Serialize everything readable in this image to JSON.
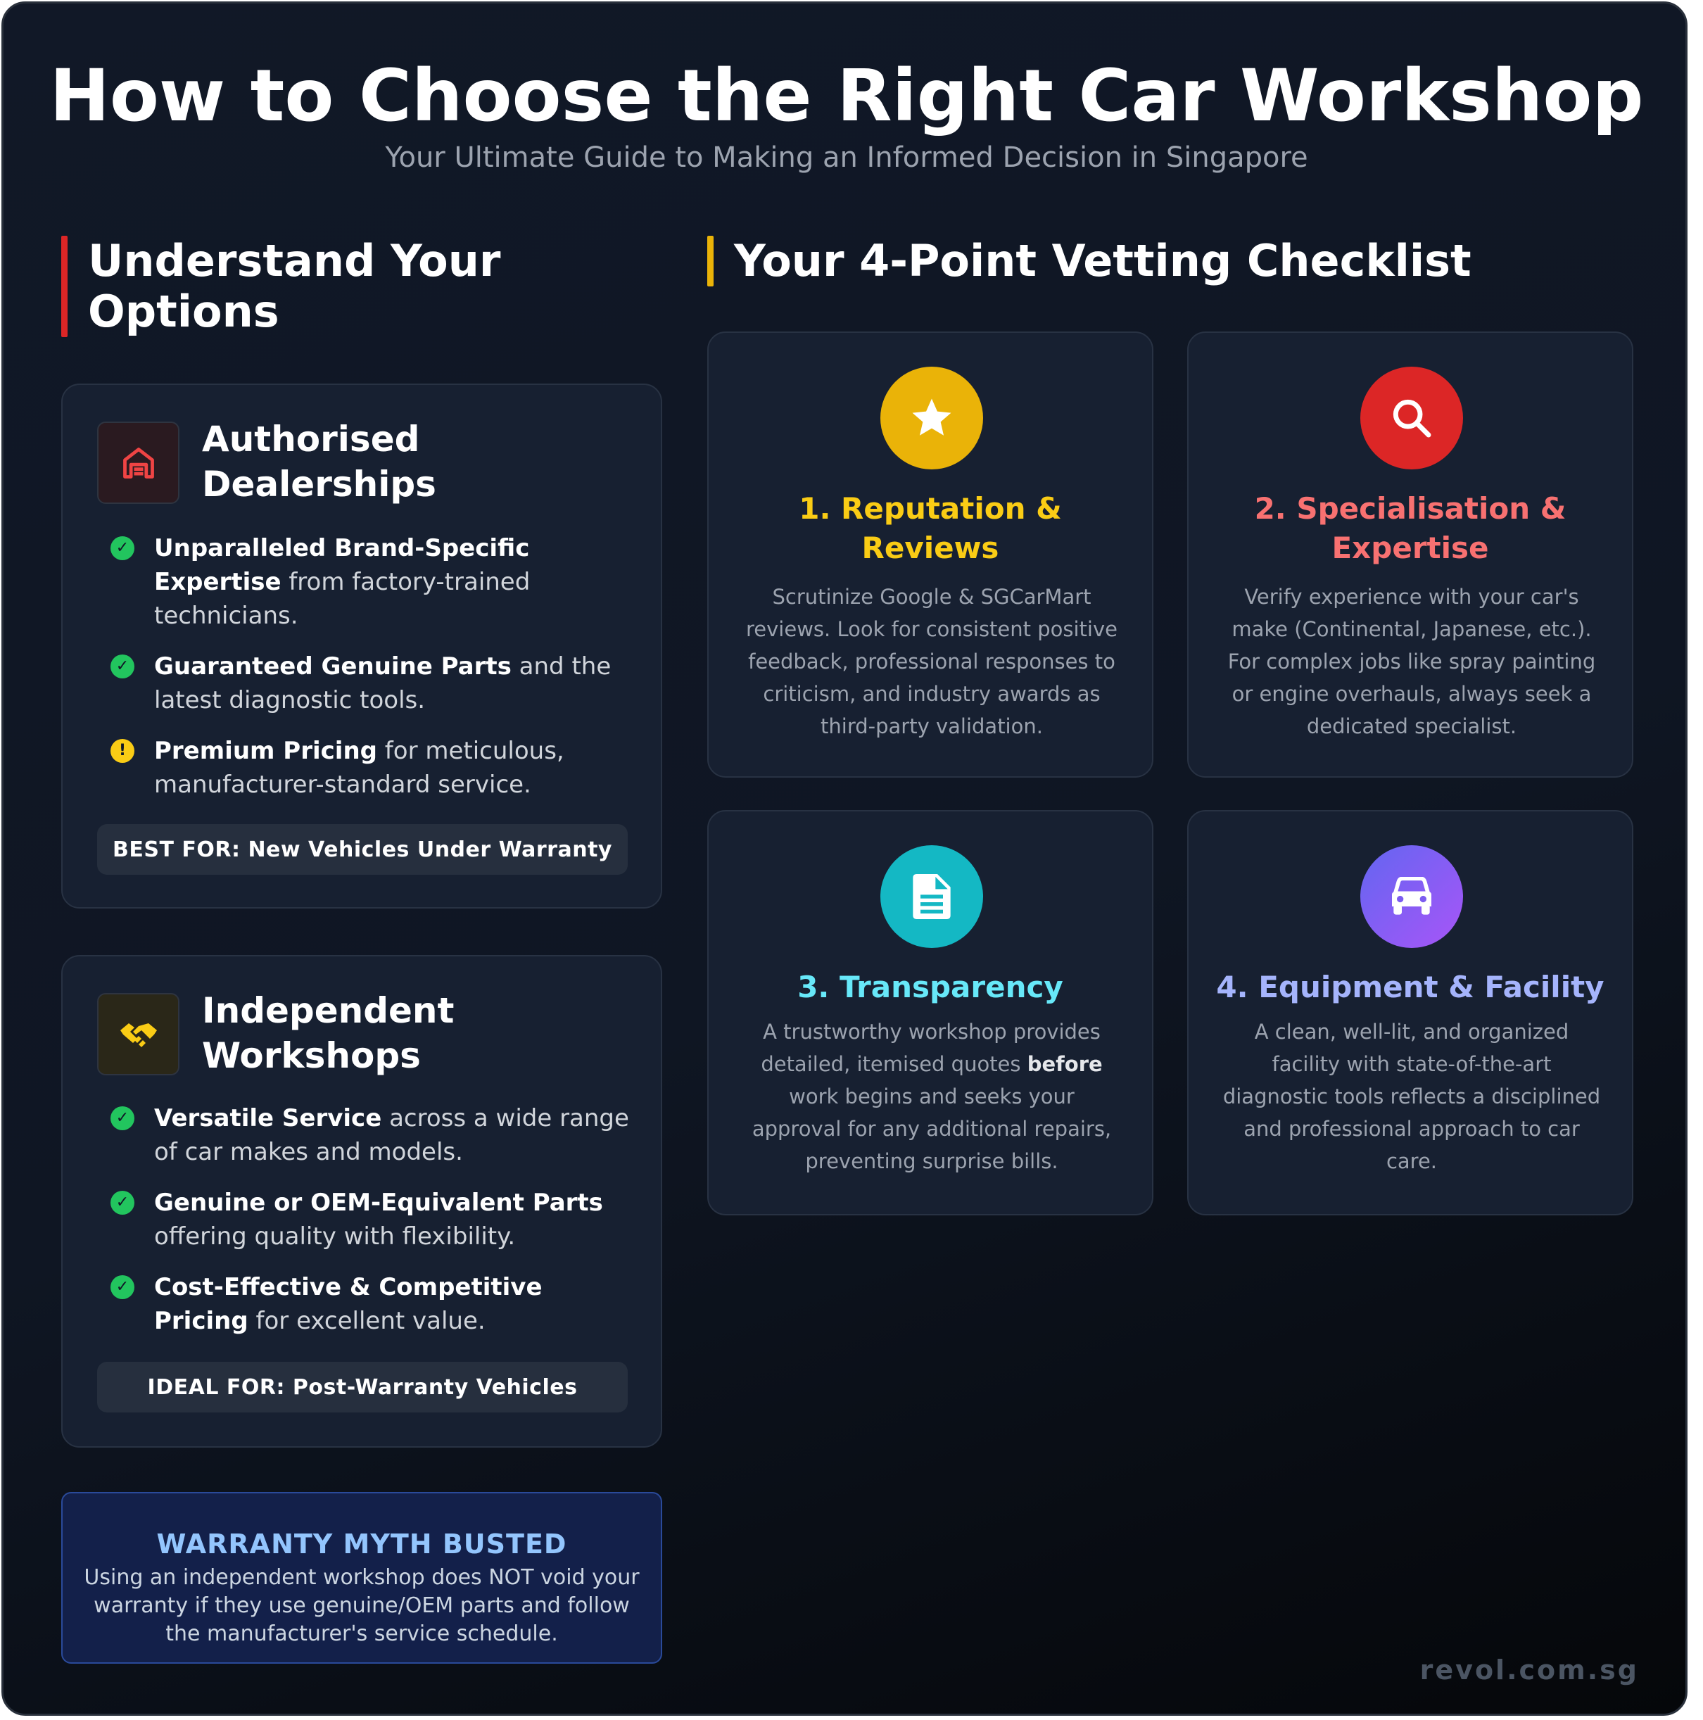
{
  "header": {
    "title": "How to Choose the Right Car Workshop",
    "subtitle": "Your Ultimate Guide to Making an Informed Decision in Singapore"
  },
  "options": {
    "heading_line1": "Understand Your",
    "heading_line2": "Options",
    "bar_color": "#dc2626",
    "dealership": {
      "icon": "garage-icon",
      "title_line1": "Authorised",
      "title_line2": "Dealerships",
      "items": [
        {
          "bold": "Unparalleled Brand-Specific Expertise",
          "rest": " from factory-trained technicians.",
          "status": "check"
        },
        {
          "bold": "Guaranteed Genuine Parts",
          "rest": " and the latest diagnostic tools.",
          "status": "check"
        },
        {
          "bold": "Premium Pricing",
          "rest": " for meticulous, manufacturer-standard service.",
          "status": "warning"
        }
      ],
      "tag": "BEST FOR: New Vehicles Under Warranty"
    },
    "independent": {
      "icon": "handshake-icon",
      "title_line1": "Independent",
      "title_line2": "Workshops",
      "items": [
        {
          "bold": "Versatile Service",
          "rest": " across a wide range of car makes and models.",
          "status": "check"
        },
        {
          "bold": "Genuine or OEM-Equivalent Parts",
          "rest": " offering quality with flexibility.",
          "status": "check"
        },
        {
          "bold": "Cost-Effective & Competitive Pricing",
          "rest": " for excellent value.",
          "status": "check"
        }
      ],
      "tag": "IDEAL FOR: Post-Warranty Vehicles"
    },
    "myth": {
      "title": "WARRANTY MYTH BUSTED",
      "text": "Using an independent workshop does NOT void your warranty if they use genuine/OEM parts and follow the manufacturer's service schedule."
    }
  },
  "checklist": {
    "heading": "Your 4-Point Vetting Checklist",
    "bar_color": "#eab308",
    "cards": [
      {
        "icon": "star-icon",
        "title_line1": "1. Reputation &",
        "title_line2": "Reviews",
        "color": "#facc15",
        "text": "Scrutinize Google & SGCarMart reviews. Look for consistent positive feedback, professional responses to criticism, and industry awards as third-party validation."
      },
      {
        "icon": "search-icon",
        "title_line1": "2. Specialisation &",
        "title_line2": "Expertise",
        "color": "#f87171",
        "text": "Verify experience with your car's make (Continental, Japanese, etc.). For complex jobs like spray painting or engine overhauls, always seek a dedicated specialist."
      },
      {
        "icon": "document-icon",
        "title_line1": "3. Transparency",
        "title_line2": "",
        "color": "#67e8f9",
        "text_before": "A trustworthy workshop provides detailed, itemised quotes ",
        "text_bold": "before",
        "text_after": " work begins and seeks your approval for any additional repairs, preventing surprise bills."
      },
      {
        "icon": "car-icon",
        "title_line1": "4. Equipment & Facility",
        "title_line2": "",
        "color": "#a5b4fc",
        "text": "A clean, well-lit, and organized facility with state-of-the-art diagnostic tools reflects a disciplined and professional approach to car care."
      }
    ]
  },
  "footer": {
    "brand": "revol.com.sg"
  }
}
